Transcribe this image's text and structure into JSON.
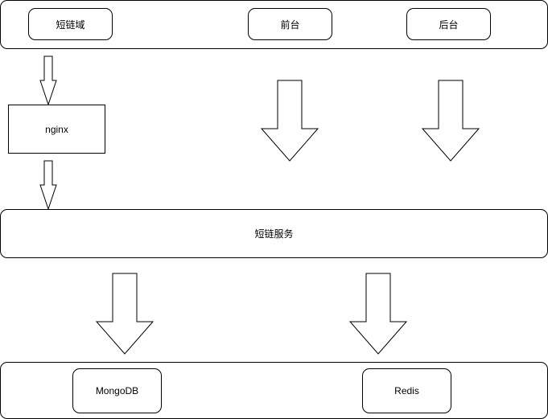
{
  "top_band": {
    "items": [
      {
        "label": "短链域"
      },
      {
        "label": "前台"
      },
      {
        "label": "后台"
      }
    ]
  },
  "proxy": {
    "label": "nginx"
  },
  "service": {
    "label": "短链服务"
  },
  "storage": {
    "items": [
      {
        "label": "MongoDB"
      },
      {
        "label": "Redis"
      }
    ]
  }
}
